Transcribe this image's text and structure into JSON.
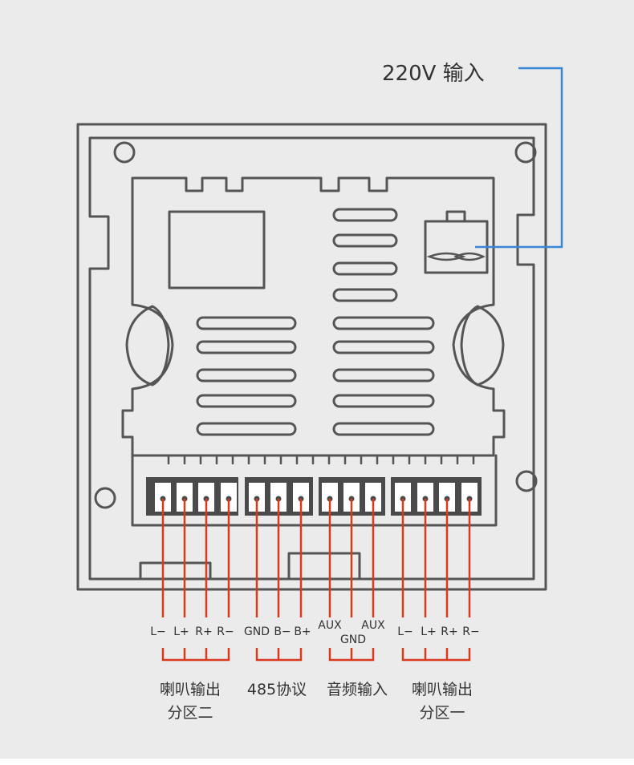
{
  "power_input_label": "220V 输入",
  "colors": {
    "outline": "#555555",
    "wire_red": "#d93a1e",
    "wire_blue": "#3a86d6",
    "background": "#ebebeb",
    "text": "#333333"
  },
  "terminals": [
    "L−",
    "L+",
    "R+",
    "R−",
    "GND",
    "B−",
    "B+",
    "AUX",
    "GND",
    "AUX",
    "L−",
    "L+",
    "R+",
    "R−"
  ],
  "groups": [
    {
      "line1": "喇叭输出",
      "line2": "分区二"
    },
    {
      "line1": "485协议",
      "line2": ""
    },
    {
      "line1": "音频输入",
      "line2": ""
    },
    {
      "line1": "喇叭输出",
      "line2": "分区一"
    }
  ]
}
